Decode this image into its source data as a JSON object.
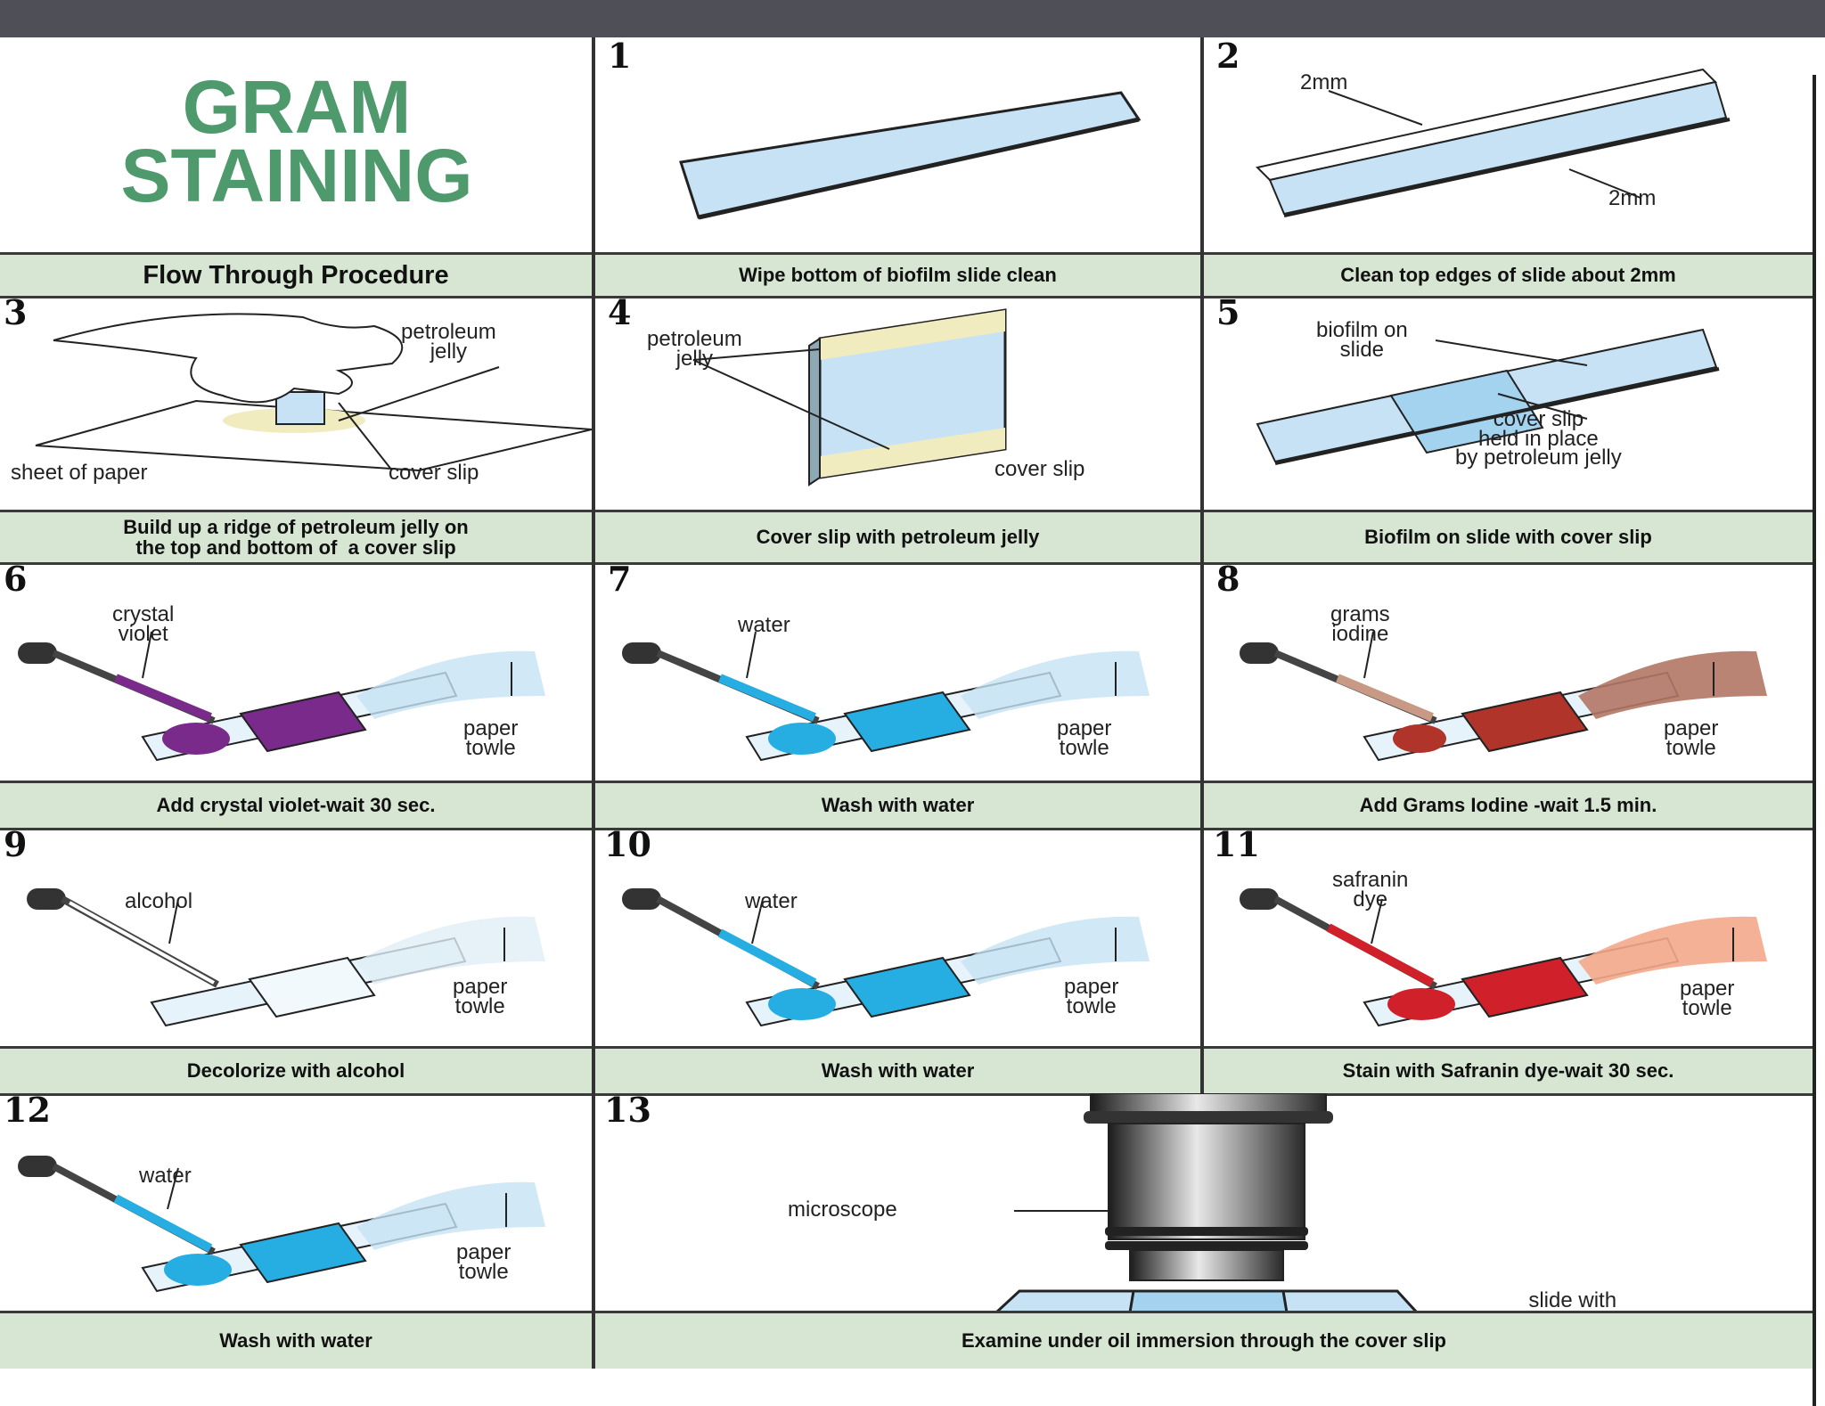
{
  "title": {
    "line1": "GRAM",
    "line2": "STAINING"
  },
  "subtitle": "Flow Through Procedure",
  "colors": {
    "title_green": "#4e9a6c",
    "caption_bg": "#d6e6d3",
    "slide_blue": "#c6e2f4",
    "stain_blue": "#26aee3",
    "crystal_violet": "#7a2a8a",
    "iodine": "#b0342a",
    "safranin": "#d0202a"
  },
  "steps": [
    {
      "num": "1",
      "caption": "Wipe bottom of biofilm slide clean",
      "labels": []
    },
    {
      "num": "2",
      "caption": "Clean top edges of slide about 2mm",
      "labels": [
        "2mm",
        "2mm"
      ]
    },
    {
      "num": "3",
      "caption": "Build up a ridge of petroleum jelly on\nthe top and bottom of  a cover slip",
      "labels": [
        "petroleum\njelly",
        "sheet of paper",
        "cover slip"
      ]
    },
    {
      "num": "4",
      "caption": "Cover slip with petroleum jelly",
      "labels": [
        "petroleum\njelly",
        "cover slip"
      ]
    },
    {
      "num": "5",
      "caption": "Biofilm on slide with cover slip",
      "labels": [
        "biofilm on\nslide",
        "cover slip\nheld in place\nby petroleum jelly"
      ]
    },
    {
      "num": "6",
      "caption": "Add crystal violet-wait 30 sec.",
      "labels": [
        "crystal\nviolet",
        "paper\ntowle"
      ]
    },
    {
      "num": "7",
      "caption": "Wash with water",
      "labels": [
        "water",
        "paper\ntowle"
      ]
    },
    {
      "num": "8",
      "caption": "Add Grams Iodine -wait 1.5 min.",
      "labels": [
        "grams\niodine",
        "paper\ntowle"
      ]
    },
    {
      "num": "9",
      "caption": "Decolorize with alcohol",
      "labels": [
        "alcohol",
        "paper\ntowle"
      ]
    },
    {
      "num": "10",
      "caption": "Wash with water",
      "labels": [
        "water",
        "paper\ntowle"
      ]
    },
    {
      "num": "11",
      "caption": "Stain with Safranin dye-wait 30 sec.",
      "labels": [
        "safranin\ndye",
        "paper\ntowle"
      ]
    },
    {
      "num": "12",
      "caption": "Wash with water",
      "labels": [
        "water",
        "paper\ntowle"
      ]
    },
    {
      "num": "13",
      "caption": "Examine under oil immersion through the cover slip",
      "labels": [
        "microscope",
        "slide with\ncover slip"
      ]
    }
  ]
}
